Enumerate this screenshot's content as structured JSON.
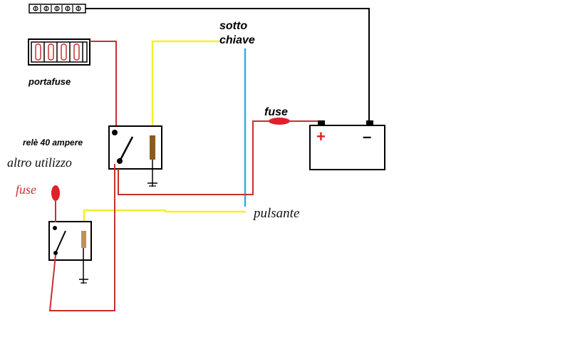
{
  "labels": {
    "sotto": "sotto",
    "chiave": "chiave",
    "portafuse": "portafuse",
    "fuse_top": "fuse",
    "rele": "relè 40 ampere",
    "altro": "altro utilizzo",
    "fuse_left": "fuse",
    "pulsante": "pulsante",
    "plus": "+",
    "minus": "–"
  },
  "colors": {
    "red_wire": "#c8302e",
    "yellow_wire": "#f5f028",
    "blue_wire": "#3aaed8",
    "black_wire": "#000000",
    "fuse_red": "#e0202a",
    "coil_brown": "#8b5a1e",
    "coil_tan": "#c09060"
  }
}
